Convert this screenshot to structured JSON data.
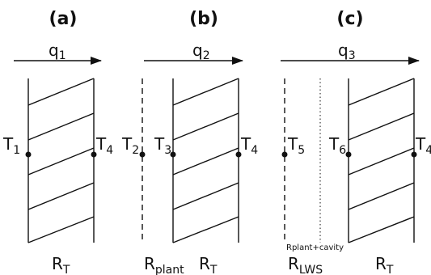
{
  "panels": [
    {
      "label": "(a)",
      "flux": "q",
      "flux_sub": "1",
      "resistances": [
        {
          "R": "R",
          "sub": "T"
        }
      ],
      "temps": [
        {
          "T": "T",
          "sub": "1"
        },
        {
          "T": "T",
          "sub": "4"
        }
      ]
    },
    {
      "label": "(b)",
      "flux": "q",
      "flux_sub": "2",
      "resistances": [
        {
          "R": "R",
          "sub": "plant"
        },
        {
          "R": "R",
          "sub": "T"
        }
      ],
      "temps": [
        {
          "T": "T",
          "sub": "2"
        },
        {
          "T": "T",
          "sub": "3"
        },
        {
          "T": "T",
          "sub": "4"
        }
      ]
    },
    {
      "label": "(c)",
      "flux": "q",
      "flux_sub": "3",
      "resistances": [
        {
          "R": "R",
          "sub": "LWS"
        },
        {
          "R": "R",
          "sub": "T"
        }
      ],
      "temps": [
        {
          "T": "T",
          "sub": "5"
        },
        {
          "T": "T",
          "sub": "6"
        },
        {
          "T": "T",
          "sub": "4"
        }
      ],
      "cavity_note": "Rplant+cavity"
    }
  ],
  "colors": {
    "ink": "#111111",
    "background": "#ffffff"
  }
}
